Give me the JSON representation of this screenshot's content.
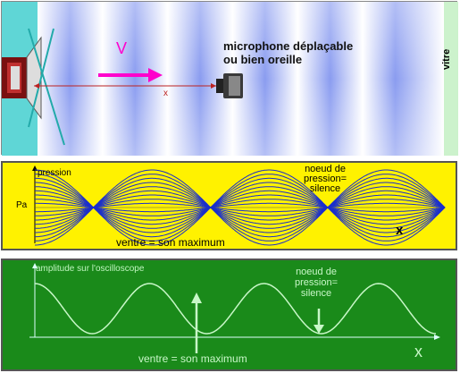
{
  "tube": {
    "velocity_label": "V",
    "distance_label": "x",
    "microphone_label_line1": "microphone déplaçable",
    "microphone_label_line2": "ou bien oreille",
    "glass_label": "vitre"
  },
  "pressure_panel": {
    "axis_label": "pression",
    "ambient_label": "Pa",
    "node_label_line1": "noeud de",
    "node_label_line2": "pression=",
    "node_label_line3": "silence",
    "antinode_label": "ventre = son maximum",
    "x_label": "x"
  },
  "scope_panel": {
    "axis_label": "amplitude sur l'oscilloscope",
    "node_label_line1": "noeud de",
    "node_label_line2": "pression=",
    "node_label_line3": "silence",
    "antinode_label": "ventre = son maximum",
    "x_label": "x"
  },
  "colors": {
    "pressure_bg": "#fff200",
    "pressure_curves": "#1a2ecc",
    "scope_bg": "#1a8a1a",
    "scope_curve": "#c8f7c8",
    "velocity_arrow": "#ff00cc"
  }
}
